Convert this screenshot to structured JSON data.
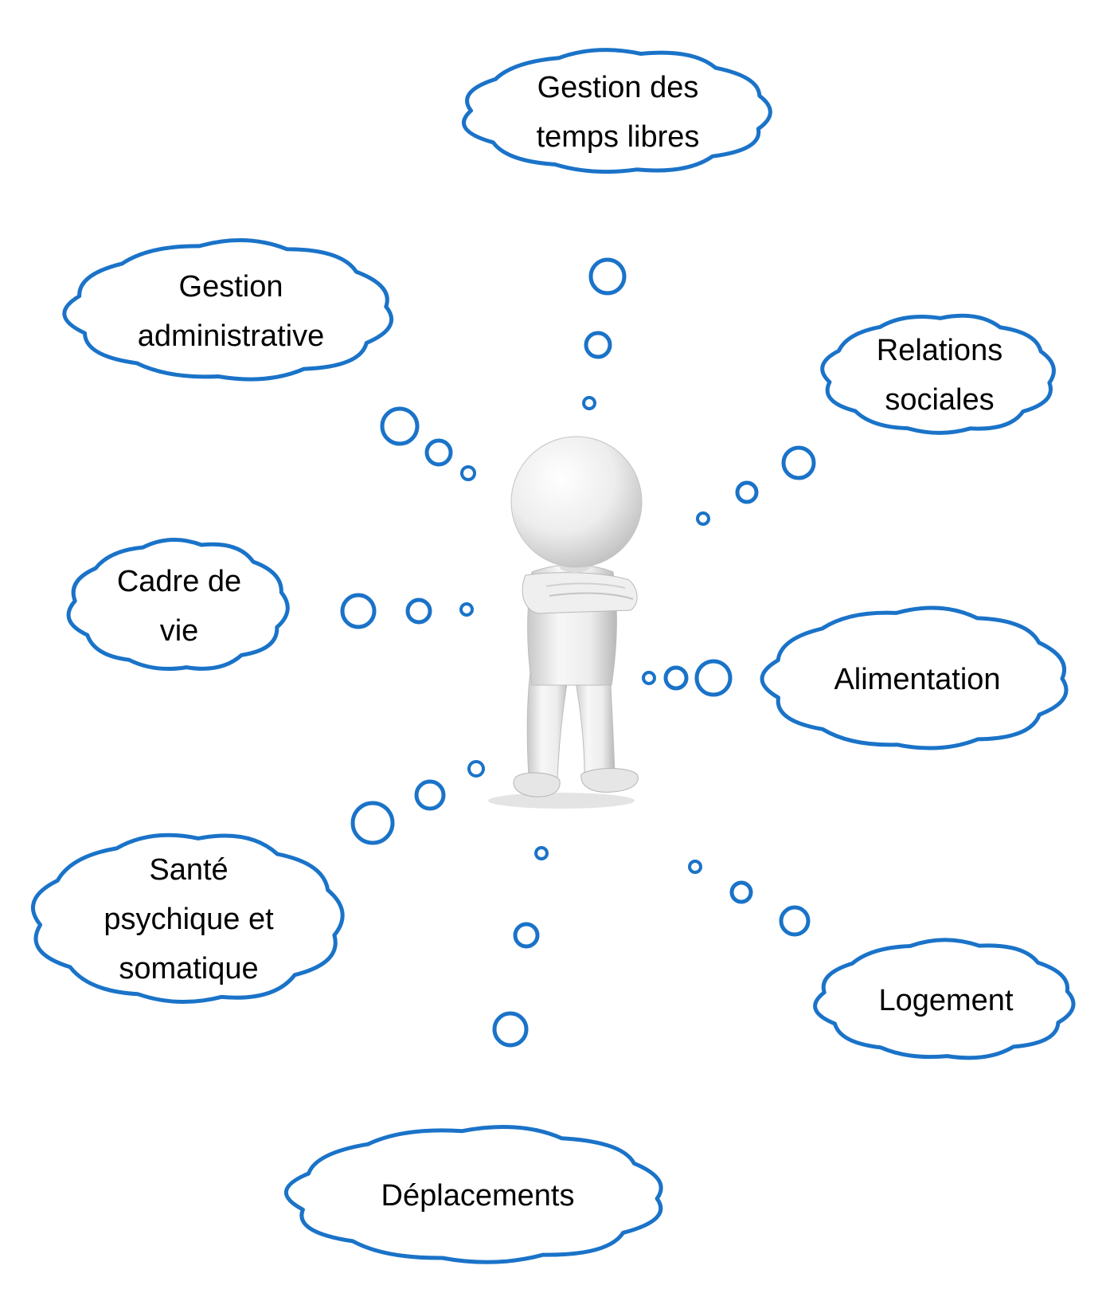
{
  "colors": {
    "outline": "#1a73c8",
    "text": "#000000",
    "figure": "#eeeeee",
    "background": "#ffffff"
  },
  "figure": {
    "icon": "thinking-3d-person-arms-crossed-icon"
  },
  "clouds": [
    {
      "id": "gestion-temps-libres",
      "lines": [
        "Gestion des",
        "temps libres"
      ]
    },
    {
      "id": "gestion-administrative",
      "lines": [
        "Gestion",
        "administrative"
      ]
    },
    {
      "id": "relations-sociales",
      "lines": [
        "Relations",
        "sociales"
      ]
    },
    {
      "id": "cadre-de-vie",
      "lines": [
        "Cadre de",
        "vie"
      ]
    },
    {
      "id": "alimentation",
      "lines": [
        "Alimentation"
      ]
    },
    {
      "id": "sante",
      "lines": [
        "Santé",
        "psychique et",
        "somatique"
      ]
    },
    {
      "id": "logement",
      "lines": [
        "Logement"
      ]
    },
    {
      "id": "deplacements",
      "lines": [
        "Déplacements"
      ]
    }
  ]
}
